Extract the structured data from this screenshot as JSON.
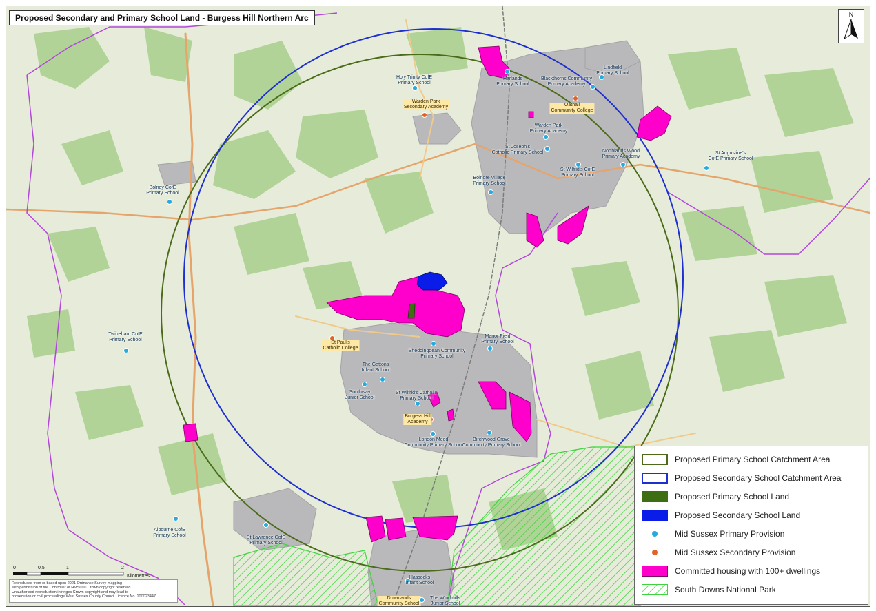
{
  "map_title": "Proposed Secondary and Primary School Land - Burgess Hill Northern Arc",
  "north_arrow": {
    "label": "N",
    "icon": "north-arrow-icon"
  },
  "legend": {
    "items": [
      {
        "id": "primary-catchment",
        "label": "Proposed Primary School Catchment Area",
        "swatch": "outline",
        "color": "#4b6b1a"
      },
      {
        "id": "secondary-catchment",
        "label": "Proposed Secondary School Catchment Area",
        "swatch": "outline",
        "color": "#1d2fcf"
      },
      {
        "id": "primary-land",
        "label": "Proposed Primary School Land",
        "swatch": "fill",
        "color": "#3d6e14"
      },
      {
        "id": "secondary-land",
        "label": "Proposed Secondary School Land",
        "swatch": "fill",
        "color": "#0a1de8"
      },
      {
        "id": "primary-provision",
        "label": "Mid Sussex Primary Provision",
        "swatch": "dot",
        "color": "#2ba9dd"
      },
      {
        "id": "secondary-provision",
        "label": "Mid Sussex Secondary Provision",
        "swatch": "dot",
        "color": "#e0632a"
      },
      {
        "id": "committed-housing",
        "label": "Committed housing with 100+ dwellings",
        "swatch": "fill",
        "color": "#ff00cc"
      },
      {
        "id": "national-park",
        "label": "South Downs National Park",
        "swatch": "hatch",
        "color": "#3fd43f"
      }
    ]
  },
  "scale_bar": {
    "ticks": [
      "0",
      "0.5",
      "1",
      "2"
    ],
    "unit": "Kilometres"
  },
  "copyright_lines": [
    "Reproduced from or based upon 2021 Ordnance Survey mapping",
    "with permission of the Controller of HMSO © Crown copyright reserved.",
    "Unauthorised reproduction infringes Crown copyright and may lead to",
    "prosecution or civil proceedings West Sussex County Council Licence No. 100023447"
  ],
  "schools": [
    {
      "id": "holy-trinity",
      "lines": [
        "Holy Trinity CofE",
        "Primary School"
      ],
      "type": "primary"
    },
    {
      "id": "harlands",
      "lines": [
        "Harlands",
        "Primary School"
      ],
      "type": "primary"
    },
    {
      "id": "blackthorns",
      "lines": [
        "Blackthorns Community",
        "Primary Academy"
      ],
      "type": "primary"
    },
    {
      "id": "lindfield",
      "lines": [
        "Lindfield",
        "Primary School"
      ],
      "type": "primary"
    },
    {
      "id": "warden-park-sec",
      "lines": [
        "Warden Park",
        "Secondary Academy"
      ],
      "type": "secondary"
    },
    {
      "id": "oathall",
      "lines": [
        "Oathall",
        "Community College"
      ],
      "type": "secondary"
    },
    {
      "id": "warden-park-pri",
      "lines": [
        "Warden Park",
        "Primary Academy"
      ],
      "type": "primary"
    },
    {
      "id": "st-josephs",
      "lines": [
        "St Joseph's",
        "Catholic Primary School"
      ],
      "type": "primary"
    },
    {
      "id": "northlands-wood",
      "lines": [
        "Northlands Wood",
        "Primary Academy"
      ],
      "type": "primary"
    },
    {
      "id": "st-wilfrids-hh",
      "lines": [
        "St Wilfrid's CofE",
        "Primary School"
      ],
      "type": "primary"
    },
    {
      "id": "st-augustines",
      "lines": [
        "St Augustine's",
        "CofE Primary School"
      ],
      "type": "primary"
    },
    {
      "id": "bolnore",
      "lines": [
        "Bolnore Village",
        "Primary School"
      ],
      "type": "primary"
    },
    {
      "id": "bolney",
      "lines": [
        "Bolney CofE",
        "Primary School"
      ],
      "type": "primary"
    },
    {
      "id": "twineham",
      "lines": [
        "Twineham CofE",
        "Primary School"
      ],
      "type": "primary"
    },
    {
      "id": "st-pauls",
      "lines": [
        "St Paul's",
        "Catholic College"
      ],
      "type": "secondary"
    },
    {
      "id": "sheddingdean",
      "lines": [
        "Sheddingdean Community",
        "Primary School"
      ],
      "type": "primary"
    },
    {
      "id": "manor-field",
      "lines": [
        "Manor Field",
        "Primary School"
      ],
      "type": "primary"
    },
    {
      "id": "gattons",
      "lines": [
        "The Gattons",
        "Infant School"
      ],
      "type": "primary"
    },
    {
      "id": "southway",
      "lines": [
        "Southway",
        "Junior School"
      ],
      "type": "primary"
    },
    {
      "id": "st-wilfrids-bh",
      "lines": [
        "St Wilfrid's Catholic",
        "Primary School"
      ],
      "type": "primary"
    },
    {
      "id": "burgess-hill-academy",
      "lines": [
        "Burgess Hill",
        "Academy"
      ],
      "type": "secondary"
    },
    {
      "id": "london-meed",
      "lines": [
        "London Meed",
        "Community Primary School"
      ],
      "type": "primary"
    },
    {
      "id": "birchwood-grove",
      "lines": [
        "Birchwood Grove",
        "Community Primary School"
      ],
      "type": "primary"
    },
    {
      "id": "albourne",
      "lines": [
        "Albourne CofE",
        "Primary School"
      ],
      "type": "primary"
    },
    {
      "id": "st-lawrence",
      "lines": [
        "St Lawrence CofE",
        "Primary School"
      ],
      "type": "primary"
    },
    {
      "id": "hassocks-infant",
      "lines": [
        "Hassocks",
        "Infant School"
      ],
      "type": "primary"
    },
    {
      "id": "downlands",
      "lines": [
        "Downlands",
        "Community School"
      ],
      "type": "secondary"
    },
    {
      "id": "windmills",
      "lines": [
        "The Windmills",
        "Junior School"
      ],
      "type": "primary"
    }
  ]
}
